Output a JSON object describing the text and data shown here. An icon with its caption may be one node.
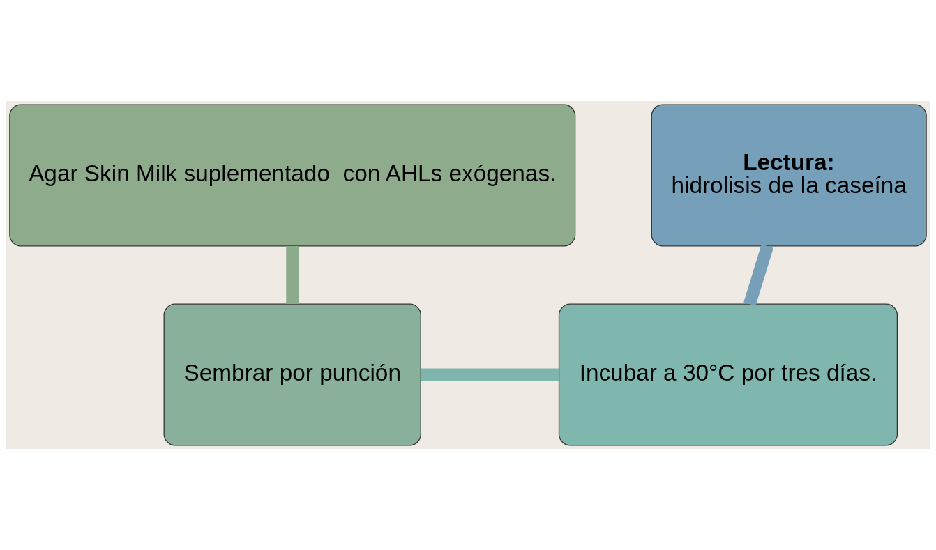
{
  "diagram": {
    "nodes": [
      {
        "text": [
          "Agar Skin Milk suplementado  con AHLs exógenas."
        ]
      },
      {
        "text": [
          "Sembrar por punción"
        ]
      },
      {
        "text": [
          "Incubar a 30°C por tres días."
        ]
      },
      {
        "text": [
          "Lectura:",
          "hidrolisis de la caseína"
        ]
      }
    ],
    "edges": [
      {
        "from": 0,
        "to": 1,
        "arrow": "none",
        "color": "#8aab8c"
      },
      {
        "from": 1,
        "to": 2,
        "arrow": "none",
        "color": "#7fb5ad"
      },
      {
        "from": 2,
        "to": 3,
        "arrow": "none",
        "color": "#77a0b8"
      }
    ]
  }
}
